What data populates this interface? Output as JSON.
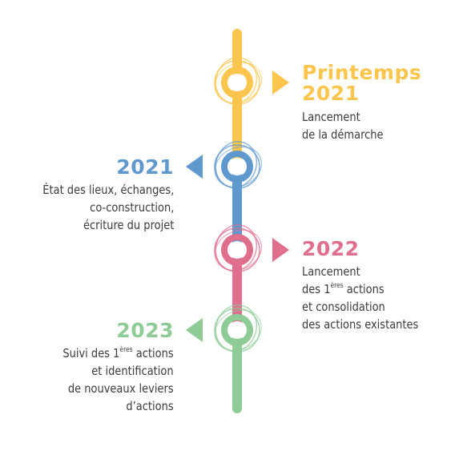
{
  "colors": {
    "yellow": "#fbc54e",
    "blue": "#5f98cd",
    "pink": "#df6f8c",
    "green": "#8fcb97"
  },
  "milestones": [
    {
      "year_line1": "Printemps",
      "year_line2": "2021",
      "desc": [
        "Lancement",
        "de la démarche"
      ],
      "side": "right",
      "color": "yellow"
    },
    {
      "year_line1": "2021",
      "desc": [
        "État des lieux, échanges,",
        "co-construction,",
        "écriture du projet"
      ],
      "side": "left",
      "color": "blue"
    },
    {
      "year_line1": "2022",
      "desc_line1": "Lancement",
      "desc_line2_pre": "des 1",
      "desc_line2_sup": "ères",
      "desc_line2_post": " actions",
      "desc_line3": "et consolidation",
      "desc_line4": "des actions existantes",
      "side": "right",
      "color": "pink"
    },
    {
      "year_line1": "2023",
      "desc_line1_pre": "Suivi des 1",
      "desc_line1_sup": "ères",
      "desc_line1_post": " actions",
      "desc_line2": "et identification",
      "desc_line3": "de nouveaux leviers",
      "desc_line4": "d’actions",
      "side": "left",
      "color": "green"
    }
  ]
}
